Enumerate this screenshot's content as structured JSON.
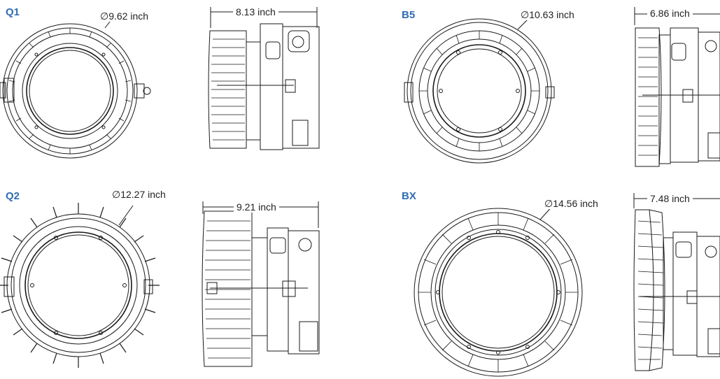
{
  "colors": {
    "model_label": "#2f6db3",
    "line": "#1a1a1a",
    "text": "#222222"
  },
  "models": [
    {
      "id": "Q1",
      "diameter": "∅9.62 inch",
      "depth": "8.13 inch"
    },
    {
      "id": "B5",
      "diameter": "∅10.63 inch",
      "depth": "6.86 inch"
    },
    {
      "id": "Q2",
      "diameter": "∅12.27 inch",
      "depth": "9.21 inch"
    },
    {
      "id": "BX",
      "diameter": "∅14.56 inch",
      "depth": "7.48 inch"
    }
  ]
}
